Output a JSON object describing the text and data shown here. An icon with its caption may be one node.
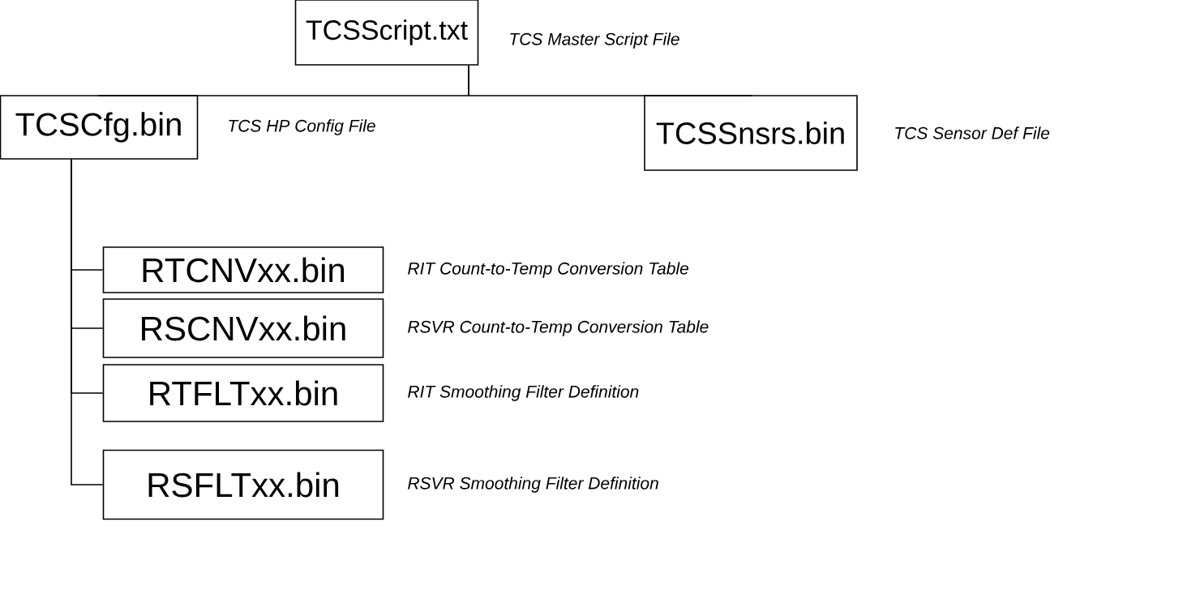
{
  "diagram": {
    "nodes": [
      {
        "text": [
          "TCSScript.txt"
        ],
        "beside": [
          "TCS Master Script File"
        ]
      },
      {
        "text": [
          "TCSCfg.bin"
        ],
        "beside": [
          "TCS HP Config File"
        ]
      },
      {
        "text": [
          "TCSSnsrs.bin"
        ],
        "beside": [
          "TCS Sensor Def File"
        ]
      },
      {
        "text": [
          "RTCNVxx.bin"
        ],
        "beside": [
          "RIT Count-to-Temp Conversion Table"
        ]
      },
      {
        "text": [
          "RSCNVxx.bin"
        ],
        "beside": [
          "RSVR Count-to-Temp Conversion Table"
        ]
      },
      {
        "text": [
          "RTFLTxx.bin"
        ],
        "beside": [
          "RIT Smoothing Filter Definition"
        ]
      },
      {
        "text": [
          "RSFLTxx.bin"
        ],
        "beside": [
          "RSVR Smoothing Filter Definition"
        ]
      }
    ],
    "edges": [
      {
        "from": 0,
        "to": 1,
        "arrow": "none"
      },
      {
        "from": 0,
        "to": 2,
        "arrow": "none"
      },
      {
        "from": 1,
        "to": 3,
        "arrow": "none"
      },
      {
        "from": 1,
        "to": 4,
        "arrow": "none"
      },
      {
        "from": 1,
        "to": 5,
        "arrow": "none"
      },
      {
        "from": 1,
        "to": 6,
        "arrow": "none"
      }
    ]
  }
}
